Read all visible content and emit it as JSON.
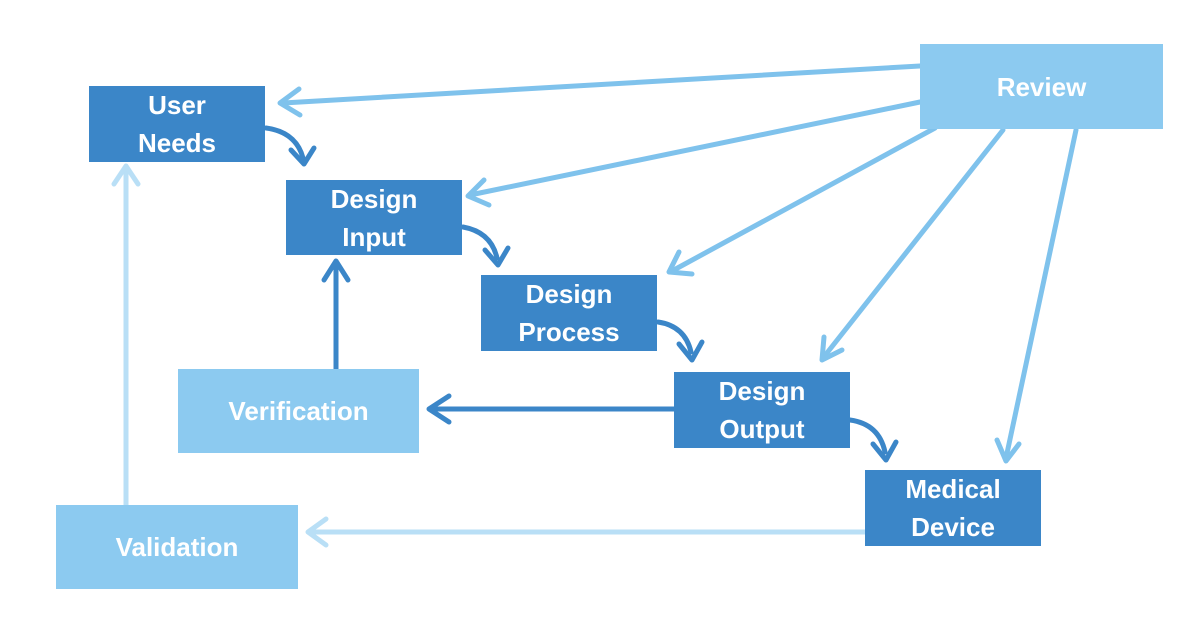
{
  "colors": {
    "dark_box": "#3b86c8",
    "light_box": "#8ccaf0",
    "dark_arrow": "#3b86c8",
    "review_arrow": "#7fc2ec",
    "light_arrow": "#b9dff6"
  },
  "nodes": {
    "user_needs": [
      "User",
      "Needs"
    ],
    "design_input": [
      "Design",
      "Input"
    ],
    "design_process": [
      "Design",
      "Process"
    ],
    "design_output": [
      "Design",
      "Output"
    ],
    "medical_device": [
      "Medical",
      "Device"
    ],
    "verification": "Verification",
    "validation": "Validation",
    "review": "Review"
  }
}
